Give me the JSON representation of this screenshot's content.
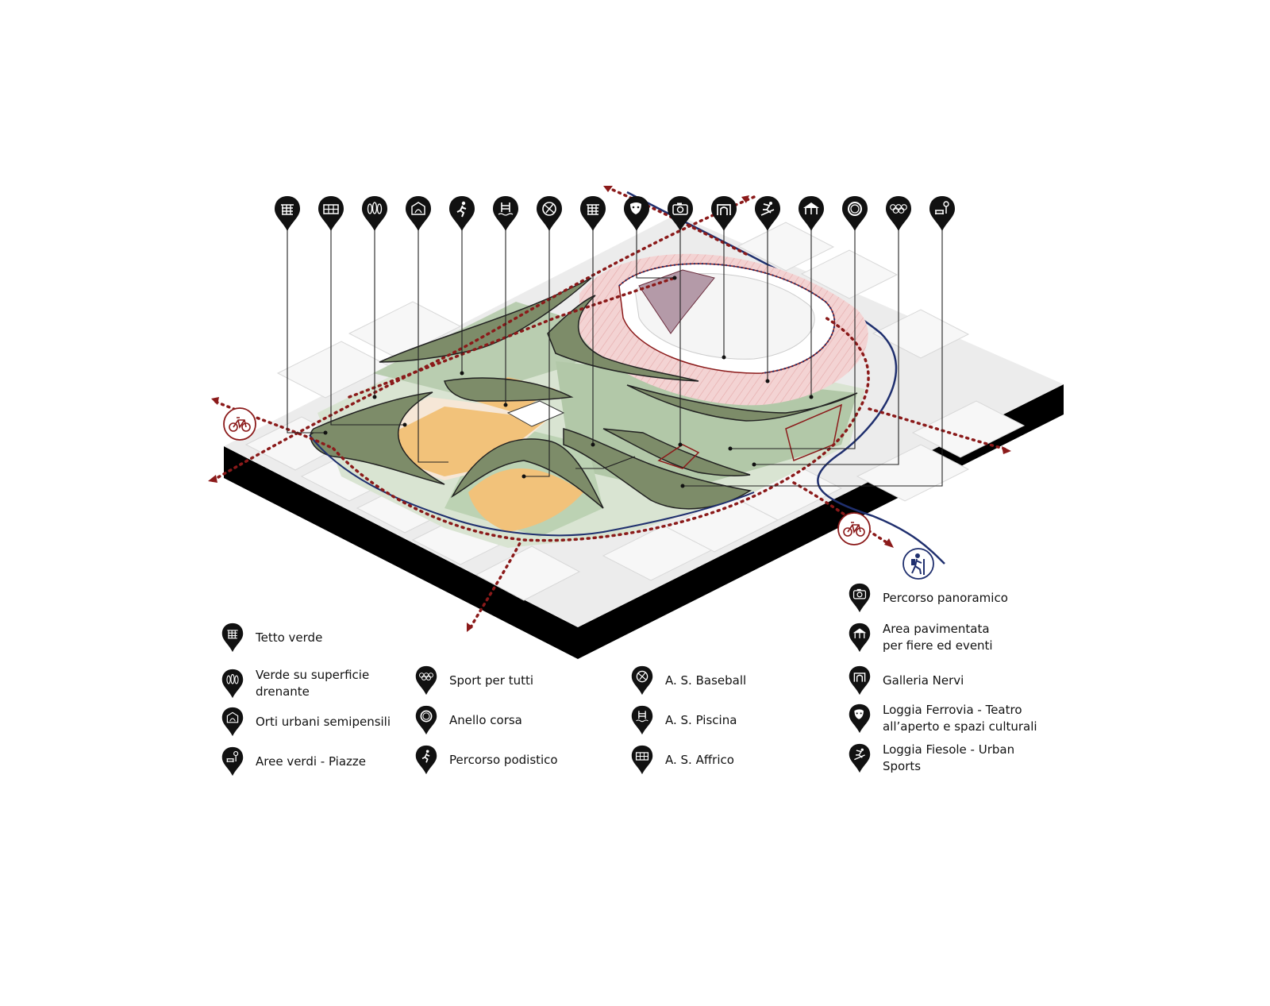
{
  "legend": {
    "tetto_verde": "Tetto verde",
    "verde_line1": "Verde su superficie",
    "verde_line2": "drenante",
    "orti": "Orti urbani semipensili",
    "aree_verdi": "Aree verdi - Piazze",
    "sport": "Sport per tutti",
    "anello": "Anello corsa",
    "podistico": "Percorso podistico",
    "baseball": "A. S. Baseball",
    "piscina": "A. S. Piscina",
    "affrico": "A. S. Affrico",
    "panoramico": "Percorso panoramico",
    "area_line1": "Area pavimentata",
    "area_line2": "per fiere ed eventi",
    "galleria": "Galleria Nervi",
    "ferrovia_line1": "Loggia Ferrovia - Teatro",
    "ferrovia_line2": "all’aperto e spazi culturali",
    "fiesole_line1": "Loggia Fiesole - Urban",
    "fiesole_line2": "Sports"
  },
  "top_pins": [
    "green-roof-icon",
    "grid-field-icon",
    "trees-icon",
    "garden-icon",
    "runner-icon",
    "pool-icon",
    "baseball-icon",
    "green-roof-icon",
    "theatre-mask-icon",
    "camera-icon",
    "arch-icon",
    "skater-icon",
    "pavilion-icon",
    "ring-icon",
    "olympic-rings-icon",
    "bench-icon"
  ],
  "access_icons": [
    "bicycle-icon",
    "bicycle-icon",
    "hiker-icon"
  ],
  "colors": {
    "pin": "#111111",
    "base": "#000000",
    "ground": "#e6e6e6",
    "park_green": "#a9bfa1",
    "roof_green": "#6f7d5d",
    "sport_orange": "#f2c27a",
    "stadium_pink": "#f4d2d2",
    "dotted_route": "#8b1a1a",
    "blue_route": "#1f2f6e"
  }
}
